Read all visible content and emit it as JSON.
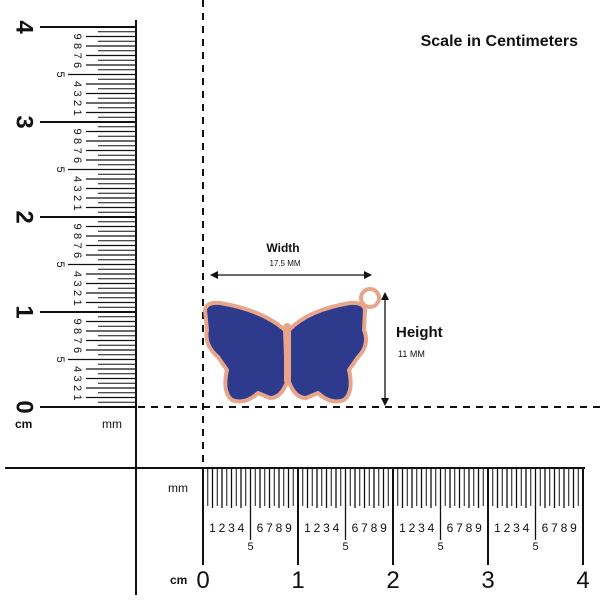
{
  "title": "Scale in Centimeters",
  "width": {
    "label": "Width",
    "value": "17.5 MM"
  },
  "height": {
    "label": "Height",
    "value": "11 MM"
  },
  "units": {
    "cm": "cm",
    "mm": "mm"
  },
  "cm_labels": [
    "0",
    "1",
    "2",
    "3",
    "4"
  ],
  "mm_digits": [
    "1",
    "2",
    "3",
    "4",
    "5",
    "6",
    "7",
    "8",
    "9"
  ],
  "colors": {
    "enamel": "#2e3a8c",
    "metal": "#e7a58a",
    "ink": "#111111"
  }
}
